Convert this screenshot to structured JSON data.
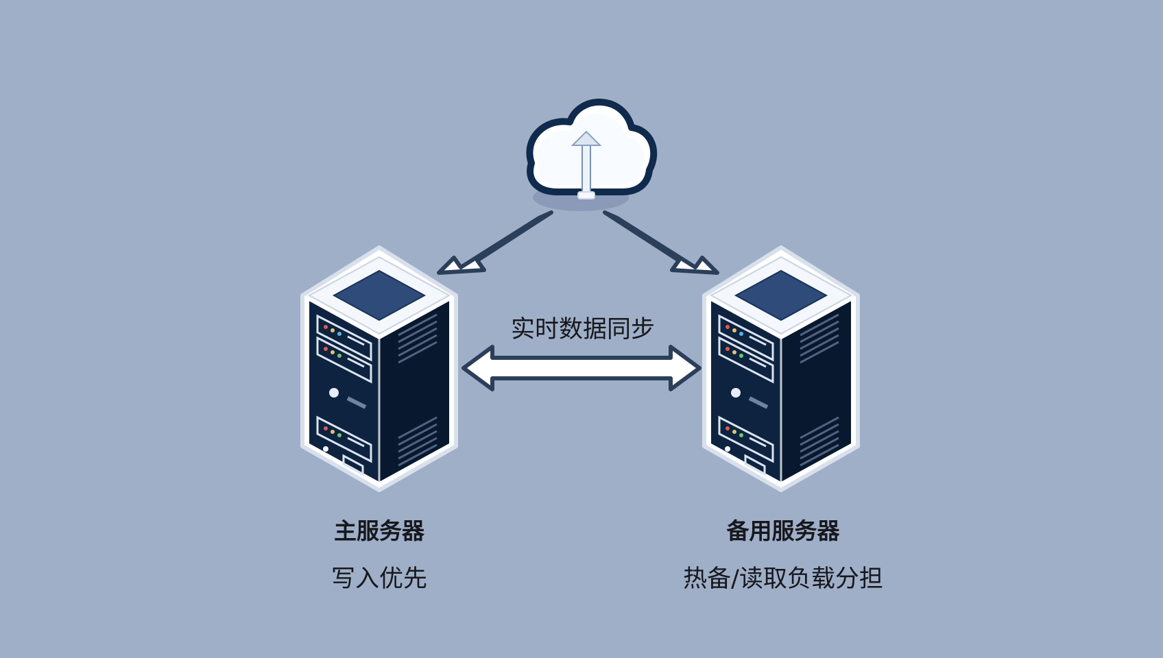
{
  "diagram": {
    "cloud_icon": "cloud-upload-icon",
    "sync_label": "实时数据同步",
    "primary": {
      "icon": "server-icon",
      "title": "主服务器",
      "role": "写入优先"
    },
    "backup": {
      "icon": "server-icon",
      "title": "备用服务器",
      "role": "热备/读取负载分担"
    }
  },
  "colors": {
    "background": "#a0afc8",
    "server_dark": "#0d2340",
    "server_top": "#2e4b79",
    "outline": "#ffffff",
    "arrow_fill": "#ffffff",
    "arrow_stroke": "#2b3f5b",
    "text": "#16181d"
  }
}
